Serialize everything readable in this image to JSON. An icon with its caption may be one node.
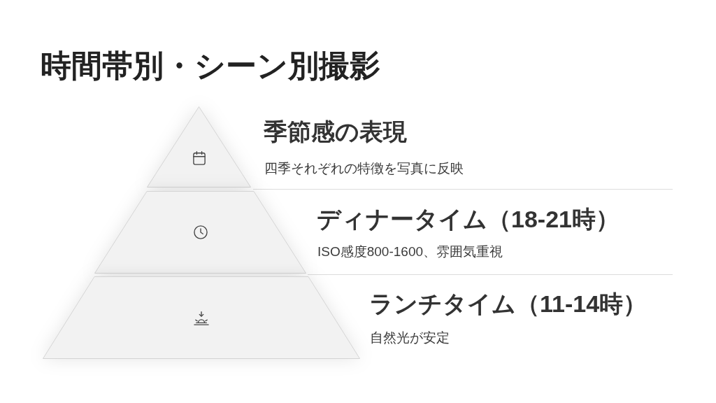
{
  "diagram": {
    "title": "時間帯別・シーン別撮影",
    "nodes": [
      {
        "text": [],
        "shape": "triangle",
        "beside": [
          "季節感の表現",
          "四季それぞれの特徴を写真に反映"
        ]
      },
      {
        "text": [],
        "shape": "trapezoid",
        "beside": [
          "ディナータイム（18-21時）",
          "ISO感度800-1600、雰囲気重視"
        ]
      },
      {
        "text": [],
        "shape": "trapezoid",
        "beside": [
          "ランチタイム（11-14時）",
          "自然光が安定"
        ]
      }
    ]
  }
}
